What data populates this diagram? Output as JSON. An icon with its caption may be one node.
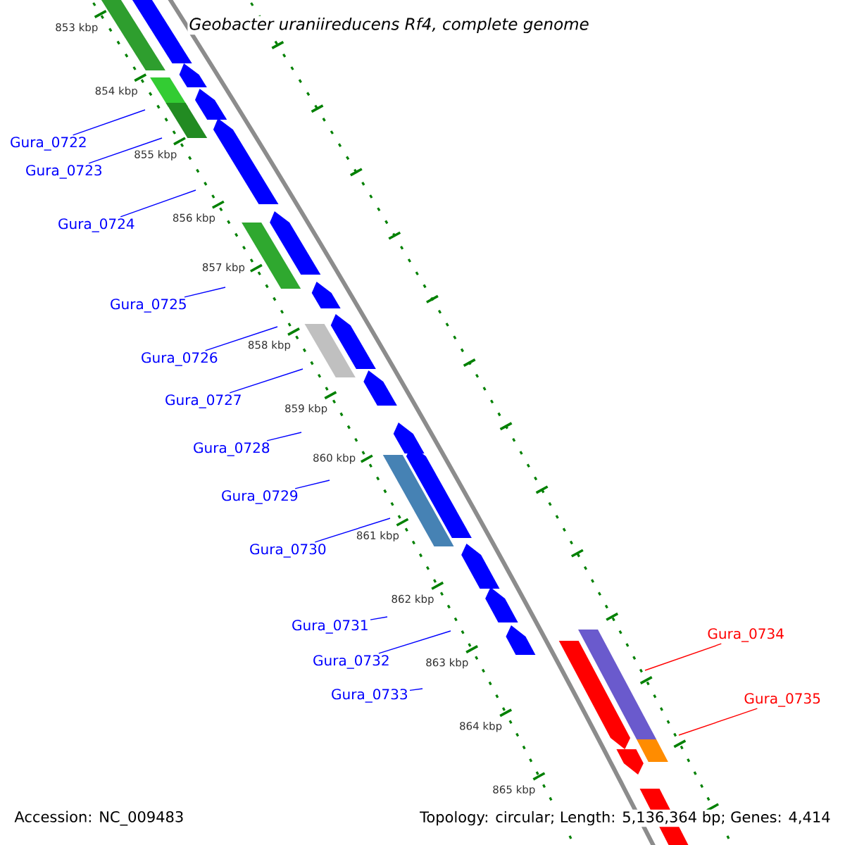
{
  "diagram": {
    "title": "Geobacter uraniireducens Rf4, complete genome",
    "nodes": [
      {
        "text": [
          "Gura_0722"
        ]
      },
      {
        "text": [
          "Gura_0723"
        ]
      },
      {
        "text": [
          "Gura_0724"
        ]
      },
      {
        "text": [
          "Gura_0725"
        ]
      },
      {
        "text": [
          "Gura_0726"
        ]
      },
      {
        "text": [
          "Gura_0727"
        ]
      },
      {
        "text": [
          "Gura_0728"
        ]
      },
      {
        "text": [
          "Gura_0729"
        ]
      },
      {
        "text": [
          "Gura_0730"
        ]
      },
      {
        "text": [
          "Gura_0731"
        ]
      },
      {
        "text": [
          "Gura_0732"
        ]
      },
      {
        "text": [
          "Gura_0733"
        ]
      },
      {
        "text": [
          "Gura_0734"
        ]
      },
      {
        "text": [
          "Gura_0735"
        ]
      }
    ],
    "edges": [
      {
        "from": 0,
        "to": null,
        "arrow": "none"
      },
      {
        "from": 1,
        "to": null,
        "arrow": "none"
      },
      {
        "from": 2,
        "to": null,
        "arrow": "none"
      },
      {
        "from": 3,
        "to": null,
        "arrow": "none"
      },
      {
        "from": 4,
        "to": null,
        "arrow": "none"
      },
      {
        "from": 5,
        "to": null,
        "arrow": "none"
      },
      {
        "from": 6,
        "to": null,
        "arrow": "none"
      },
      {
        "from": 7,
        "to": null,
        "arrow": "none"
      },
      {
        "from": 8,
        "to": null,
        "arrow": "none"
      },
      {
        "from": 9,
        "to": null,
        "arrow": "none"
      },
      {
        "from": 10,
        "to": null,
        "arrow": "none"
      },
      {
        "from": 11,
        "to": null,
        "arrow": "none"
      },
      {
        "from": 12,
        "to": null,
        "arrow": "none",
        "color": "#ff0000"
      },
      {
        "from": 13,
        "to": null,
        "arrow": "none",
        "color": "#ff0000"
      }
    ],
    "labels": [
      "853 kbp",
      "854 kbp",
      "855 kbp",
      "856 kbp",
      "857 kbp",
      "858 kbp",
      "859 kbp",
      "860 kbp",
      "861 kbp",
      "862 kbp",
      "863 kbp",
      "864 kbp",
      "865 kbp",
      "Accession: NC_009483",
      "Topology: circular; Length: 5,136,364 bp; Genes: 4,414"
    ]
  }
}
